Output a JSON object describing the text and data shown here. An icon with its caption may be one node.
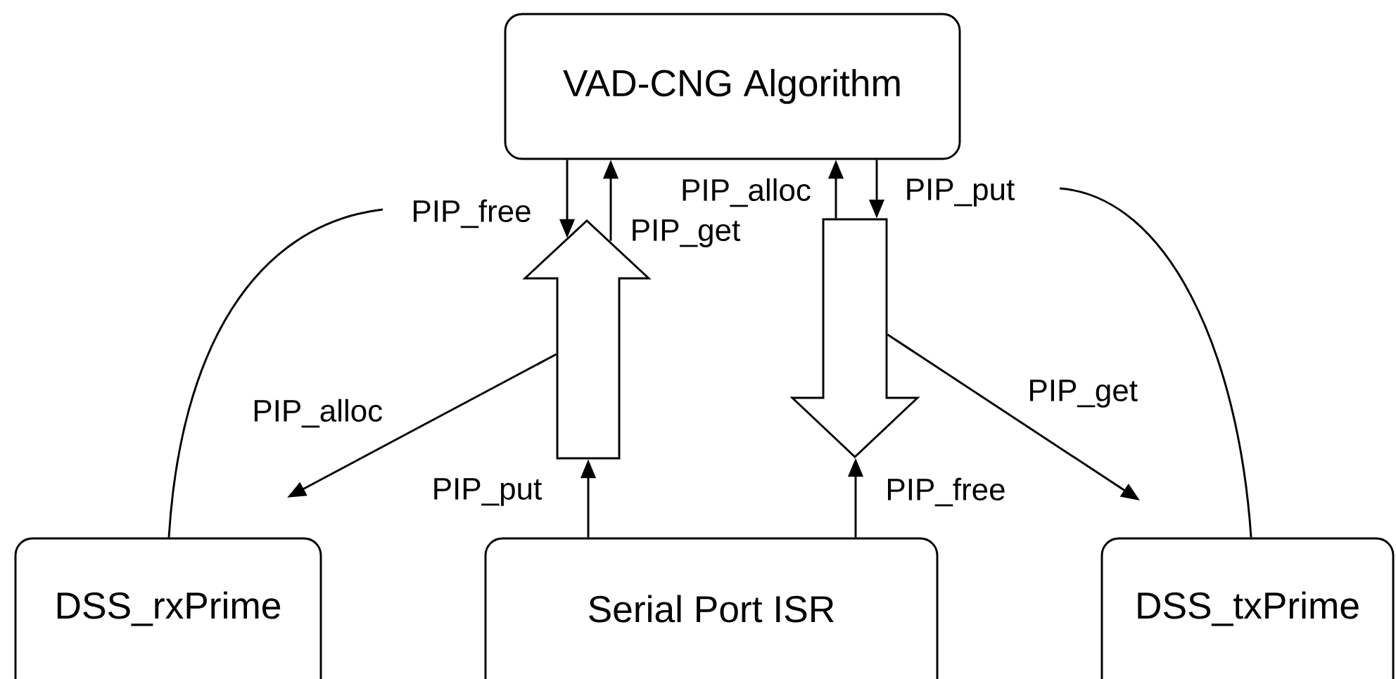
{
  "diagram": {
    "nodes": [
      {
        "text": [
          "VAD-CNG Algorithm"
        ]
      },
      {
        "text": [
          "DSS_rxPrime"
        ]
      },
      {
        "text": [
          "Serial Port ISR"
        ]
      },
      {
        "text": [
          "DSS_txPrime"
        ]
      },
      {
        "text": [],
        "shape": "arrow"
      },
      {
        "text": [],
        "shape": "arrow"
      }
    ],
    "edges": [
      {
        "from": 0,
        "to": 4,
        "arrow": "to",
        "label": "PIP_free"
      },
      {
        "from": 4,
        "to": 0,
        "arrow": "to",
        "label": "PIP_get"
      },
      {
        "from": 5,
        "to": 0,
        "arrow": "to",
        "label": "PIP_alloc"
      },
      {
        "from": 0,
        "to": 5,
        "arrow": "to",
        "label": "PIP_put"
      },
      {
        "from": 2,
        "to": 4,
        "arrow": "to",
        "label": "PIP_put"
      },
      {
        "from": 2,
        "to": 5,
        "arrow": "to",
        "label": "PIP_free"
      },
      {
        "from": 4,
        "to": null,
        "arrow": "to",
        "label": "PIP_alloc"
      },
      {
        "from": 5,
        "to": null,
        "arrow": "to",
        "label": "PIP_get"
      },
      {
        "from": 1,
        "to": null,
        "arrow": "none"
      },
      {
        "from": 3,
        "to": null,
        "arrow": "none"
      }
    ]
  }
}
